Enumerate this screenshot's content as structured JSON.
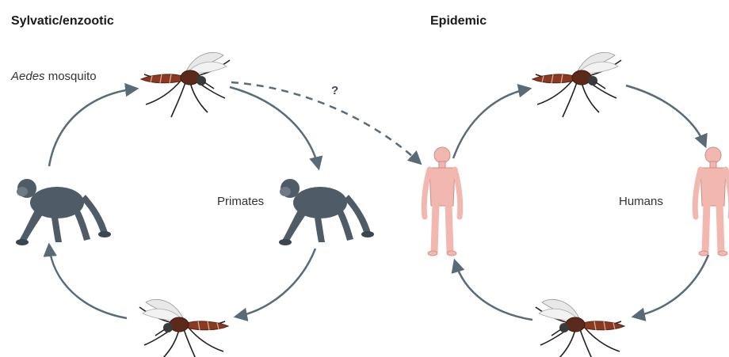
{
  "sylvatic": {
    "title": "Sylvatic/enzootic",
    "mosquito_label_italic": "Aedes",
    "mosquito_label_rest": " mosquito",
    "host_label": "Primates"
  },
  "epidemic": {
    "title": "Epidemic",
    "host_label": "Humans"
  },
  "spillover_mark": "?",
  "colors": {
    "arrow": "#5a6b78",
    "primate": "#4f5b66",
    "human": "#f2b8b0",
    "mosquito_body": "#8a3a22",
    "mosquito_wing": "#e8e8e8"
  }
}
